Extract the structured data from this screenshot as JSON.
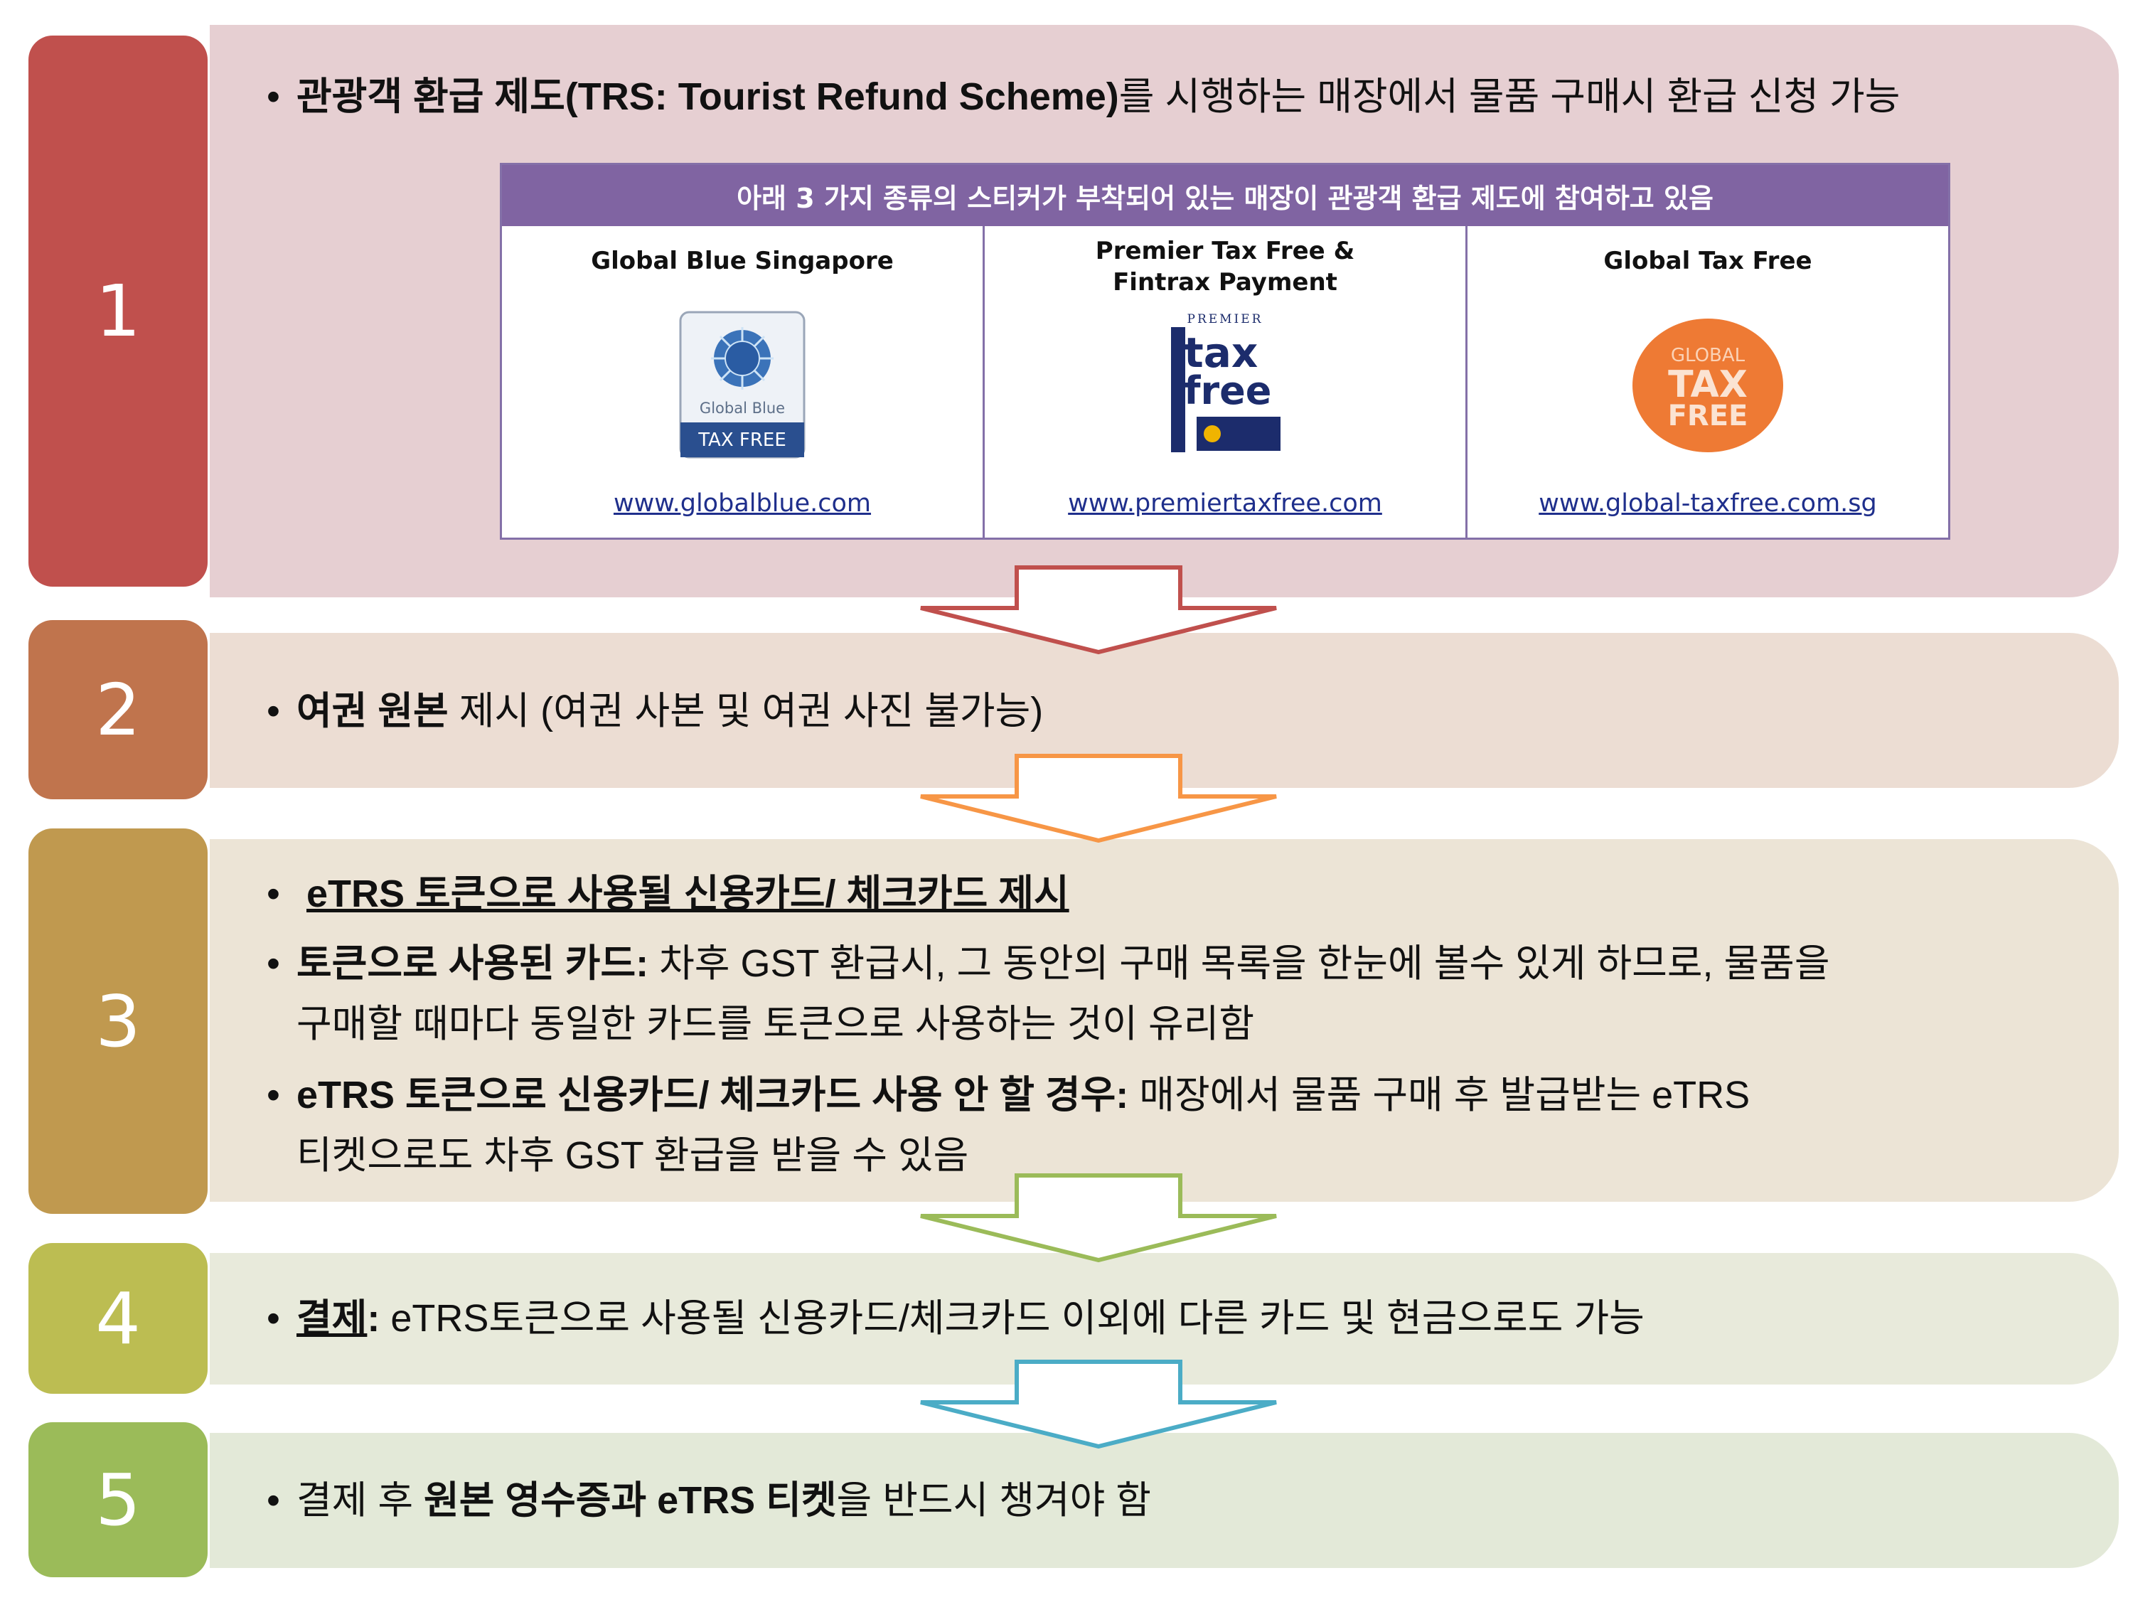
{
  "steps": [
    {
      "number": "1",
      "color": "#c0504d",
      "panel_color": "#e6cfd2"
    },
    {
      "number": "2",
      "color": "#c0744d",
      "panel_color": "#ecddd3"
    },
    {
      "number": "3",
      "color": "#c0994f",
      "panel_color": "#ece4d6"
    },
    {
      "number": "4",
      "color": "#bcbd52",
      "panel_color": "#e8eadb"
    },
    {
      "number": "5",
      "color": "#9bbb59",
      "panel_color": "#e3e9d8"
    }
  ],
  "step1": {
    "bullet": "•",
    "bold": "관광객 환급 제도(TRS: Tourist Refund Scheme)",
    "rest": "를 시행하는 매장에서 물품 구매시 환급 신청 가능",
    "table_header": "아래 3 가지 종류의 스티커가 부착되어 있는 매장이 관광객 환급 제도에 참여하고 있음",
    "vendors": [
      {
        "name": "Global Blue Singapore",
        "url": "www.globalblue.com",
        "logo_text_1": "Global Blue",
        "logo_text_2": "TAX FREE"
      },
      {
        "name_1": "Premier Tax Free &",
        "name_2": "Fintrax Payment",
        "url": "www.premiertaxfree.com",
        "logo_text_1": "PREMIER",
        "logo_text_2": "tax",
        "logo_text_3": "free"
      },
      {
        "name": "Global Tax Free",
        "url": "www.global-taxfree.com.sg",
        "logo_text_1": "GLOBAL",
        "logo_text_2": "TAX",
        "logo_text_3": "FREE"
      }
    ]
  },
  "step2": {
    "bullet": "•",
    "bold": "여권 원본",
    "rest": " 제시 (여권 사본 및 여권 사진 불가능)"
  },
  "step3": {
    "bullet": "•",
    "line1": "eTRS 토큰으로 사용될 신용카드/ 체크카드 제시",
    "line2_bold": "토큰으로 사용된 카드:",
    "line2_rest": " 차후 GST 환급시, 그 동안의 구매 목록을 한눈에 볼수 있게 하므로, 물품을",
    "line2_cont": "구매할 때마다 동일한 카드를 토큰으로 사용하는 것이 유리함",
    "line3_bold": "eTRS 토큰으로 신용카드/ 체크카드 사용 안 할 경우:",
    "line3_rest": " 매장에서 물품 구매 후 발급받는 eTRS",
    "line3_cont": "티켓으로도 차후 GST 환급을 받을 수 있음"
  },
  "step4": {
    "bullet": "•",
    "bold": "결제",
    "colon": ":",
    "rest": " eTRS토큰으로 사용될 신용카드/체크카드 이외에 다른 카드 및 현금으로도 가능"
  },
  "step5": {
    "bullet": "•",
    "pre": "결제 후 ",
    "bold": "원본 영수증과 eTRS 티켓",
    "rest": "을 반드시 챙겨야 함"
  },
  "arrow_colors": [
    "#c0504d",
    "#f79646",
    "#9bbb59",
    "#4bacc6"
  ]
}
